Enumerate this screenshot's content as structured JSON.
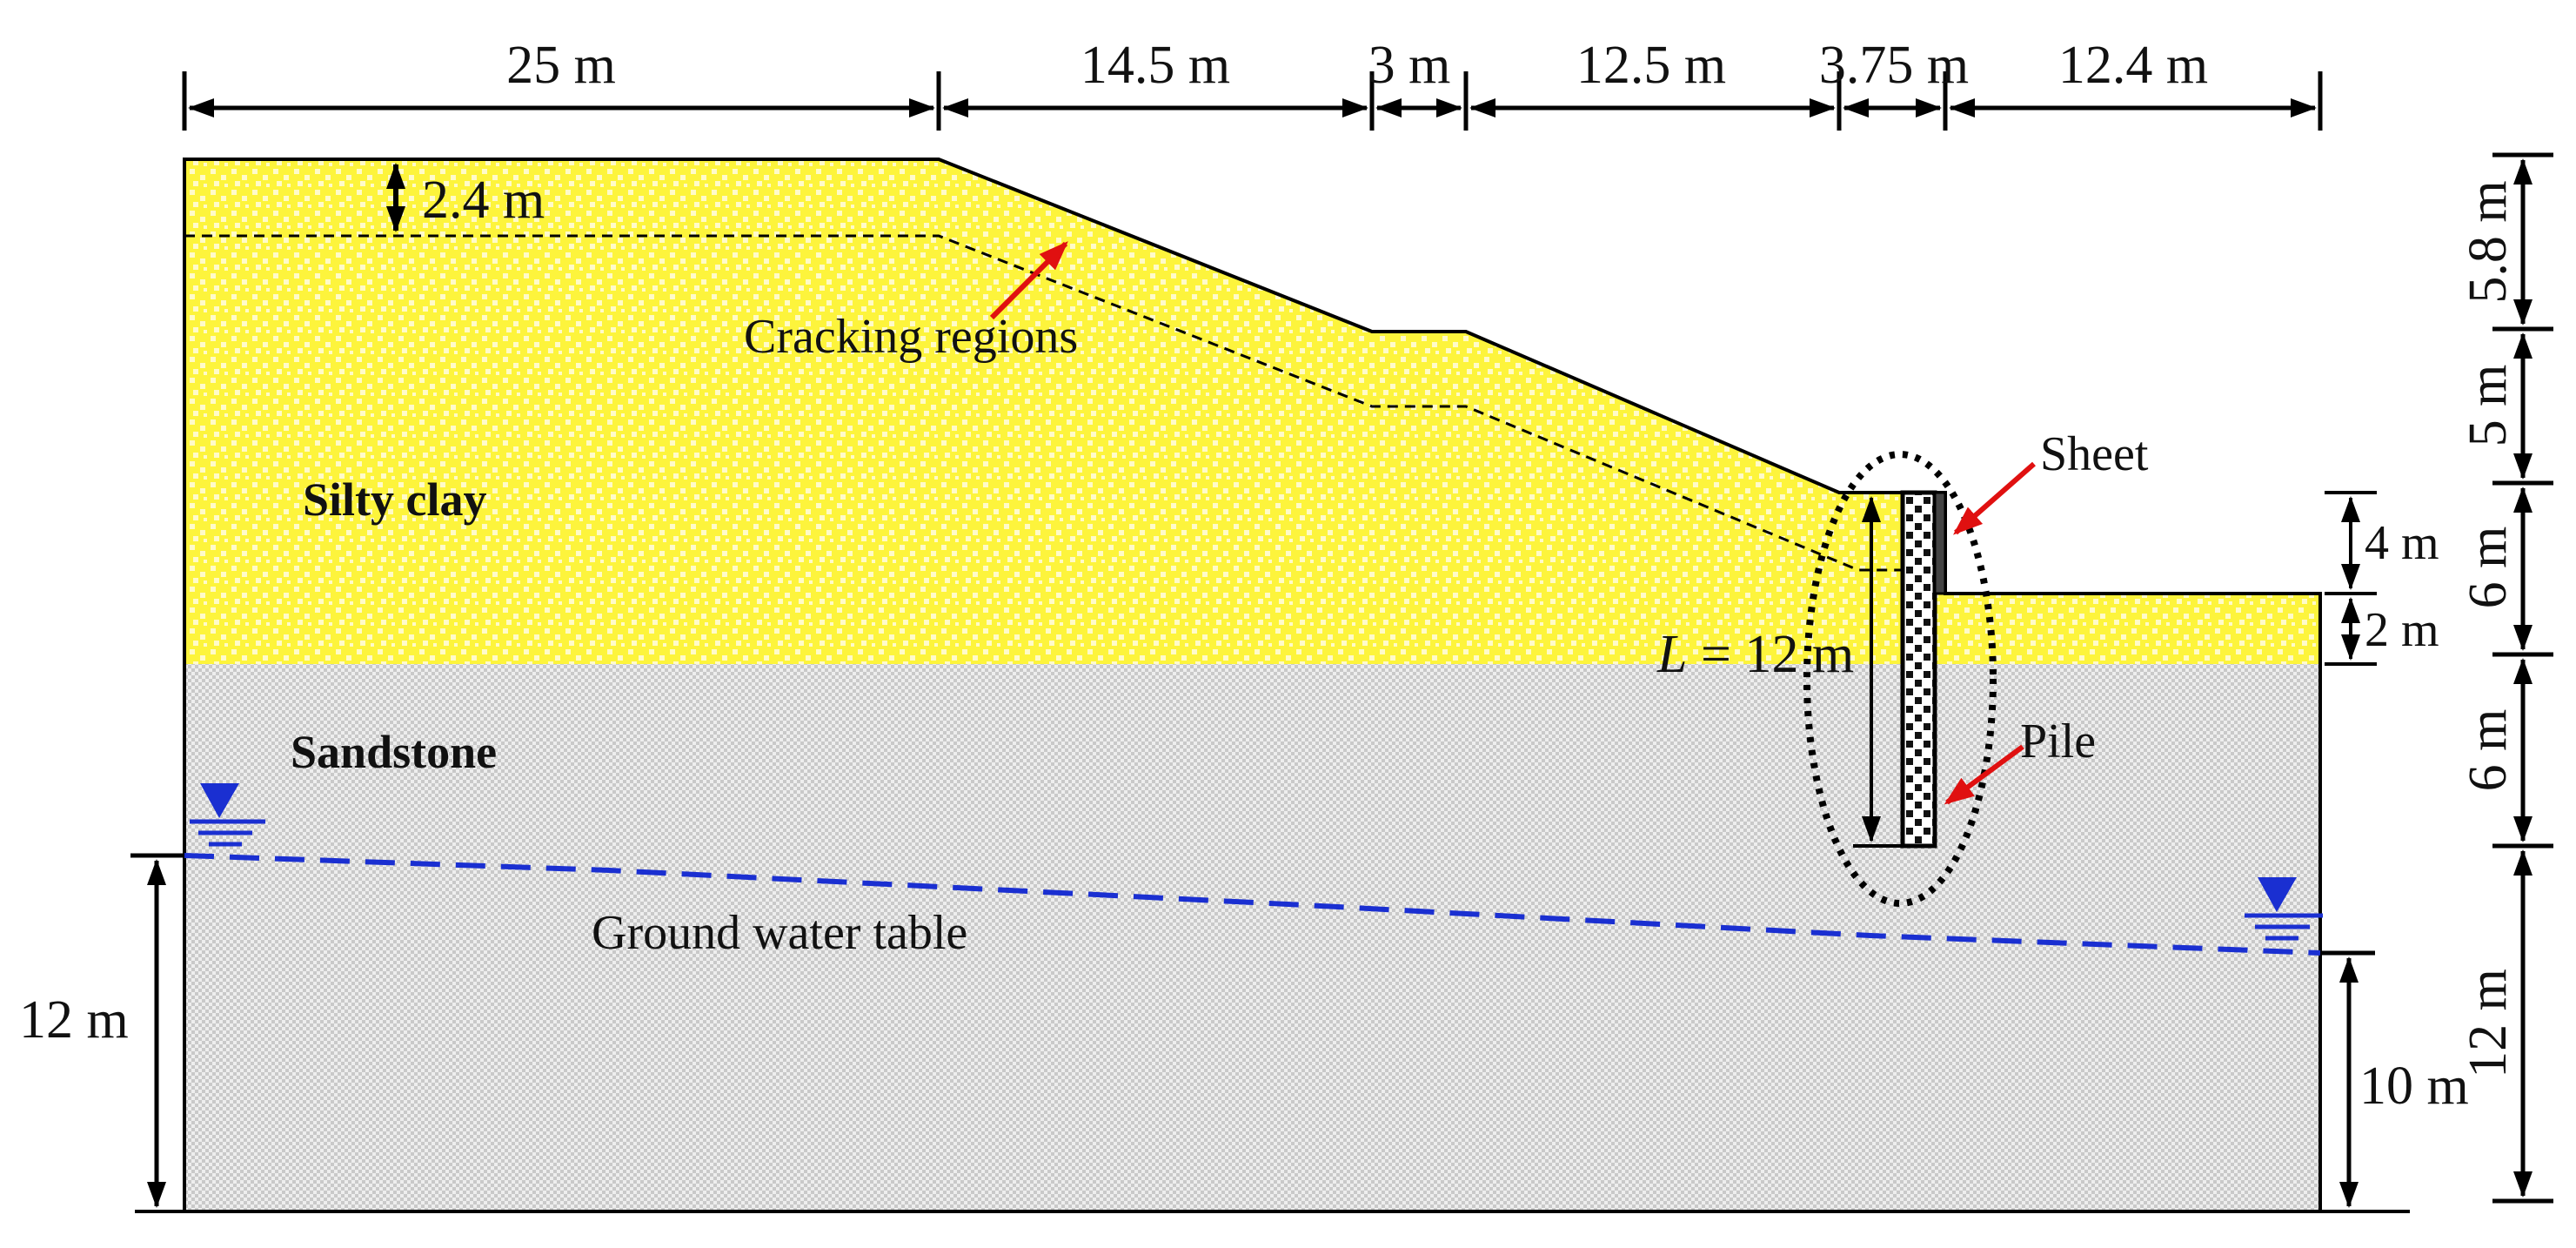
{
  "colors": {
    "silty_clay_fill": "#fdf43c",
    "silty_clay_dots": "#fffbc9",
    "sandstone_fill": "#c9c9c9",
    "sandstone_dots": "#eeeeee",
    "water_table": "#1a2fd1",
    "pointer_arrows": "#e01010",
    "outline": "#000000"
  },
  "layers": {
    "silty_clay": "Silty clay",
    "sandstone": "Sandstone"
  },
  "labels": {
    "cracking_regions": "Cracking regions",
    "ground_water_table": "Ground water table",
    "sheet": "Sheet",
    "pile": "Pile",
    "pile_length_var": "L",
    "pile_length_rest": " = 12 m",
    "crack_depth": "2.4 m"
  },
  "top_dimensions": [
    "25 m",
    "14.5 m",
    "3 m",
    "12.5 m",
    "3.75 m",
    "12.4 m"
  ],
  "right_dimensions": [
    "5.8 m",
    "5 m",
    "6 m",
    "6 m",
    "12 m"
  ],
  "inner_dimensions": {
    "sheet_height": "4 m",
    "clay_at_toe": "2 m",
    "water_right": "10 m",
    "water_left": "12 m"
  },
  "icons": [
    "water-level-icon-left",
    "water-level-icon-right"
  ]
}
